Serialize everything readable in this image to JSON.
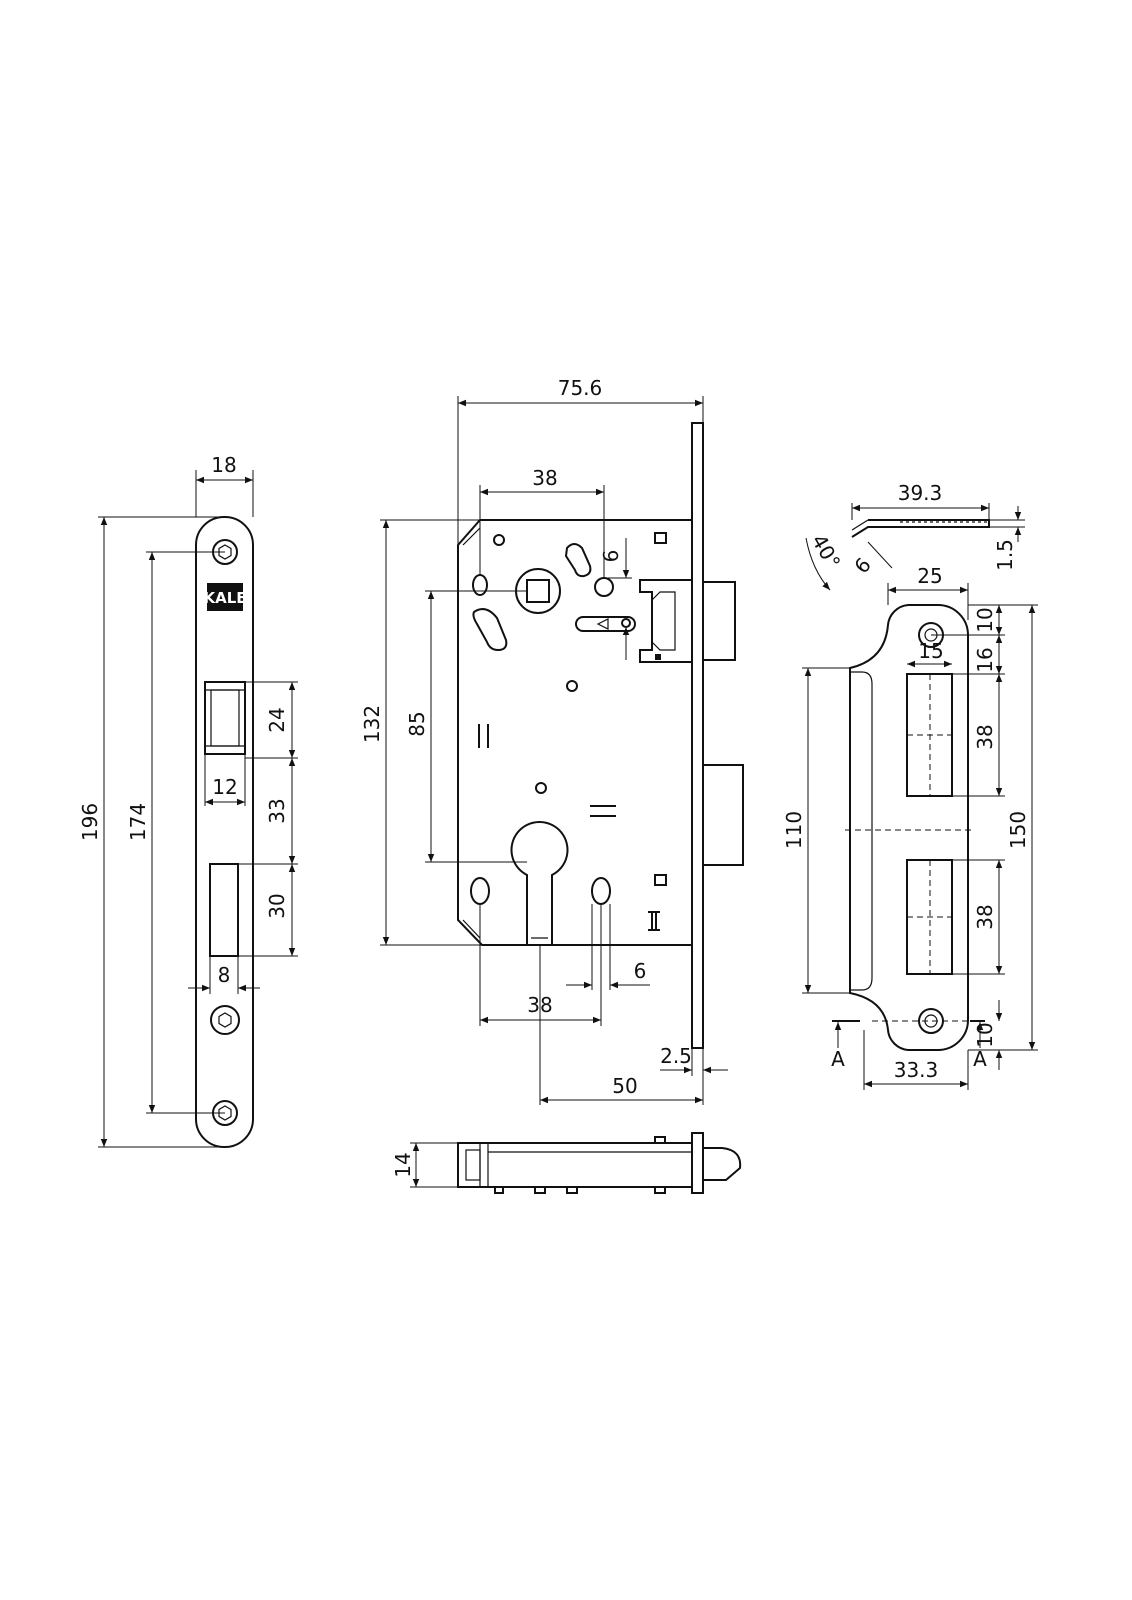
{
  "faceplate": {
    "width": "18",
    "overall_length": "196",
    "screw_spacing": "174",
    "latch_height": "24",
    "latch_width": "12",
    "gap_latch_bolt": "33",
    "bolt_height": "30",
    "bolt_width": "8",
    "logo": "KALE"
  },
  "lock_body": {
    "overall_width": "75.6",
    "spindle_to_hole": "38",
    "slot_offset_top": "6",
    "body_height": "132",
    "center_distance": "85",
    "cylinder_hole_spacing": "38",
    "slot_width": "6",
    "faceplate_thickness": "2.5",
    "backset": "50",
    "body_thickness": "14"
  },
  "strike_plate": {
    "width": "39.3",
    "thickness": "1.5",
    "angle": "40°",
    "lip": "6",
    "hole_width": "25",
    "top_offset": "10",
    "hole_gap": "16",
    "opening_width": "15",
    "opening1_height": "38",
    "opening2_height": "38",
    "plate_length": "150",
    "span": "110",
    "bottom_offset": "10",
    "base_width": "33.3",
    "section_left": "A",
    "section_right": "A"
  }
}
